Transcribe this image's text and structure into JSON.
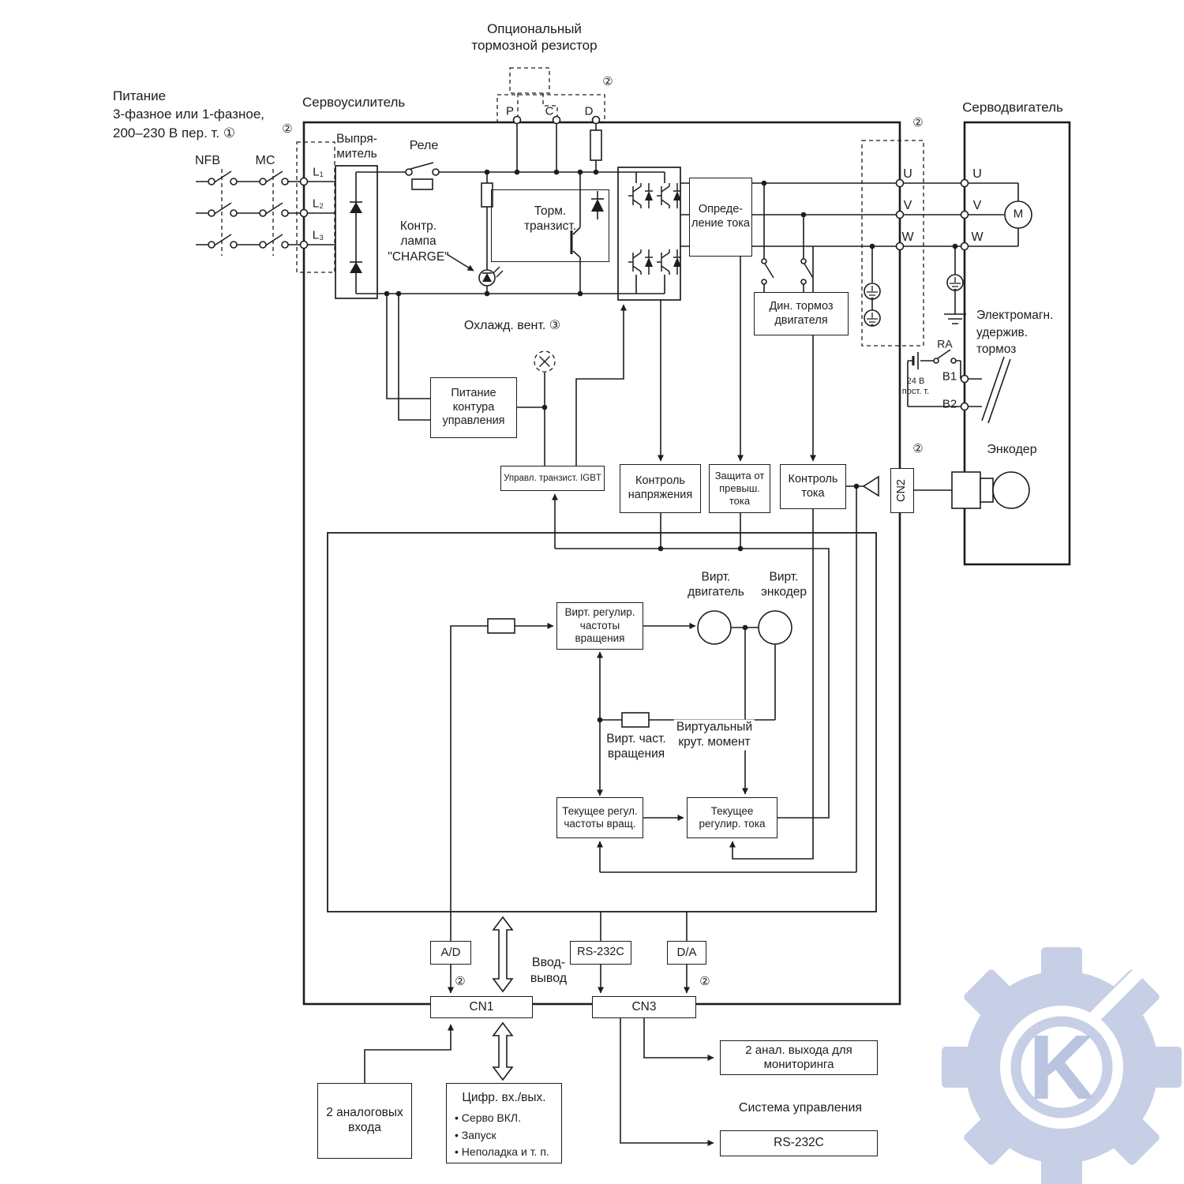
{
  "diagram": {
    "watermark": {
      "letter": "K"
    },
    "marks": {
      "two": "②"
    },
    "colors": {
      "line": "#1d1d1b",
      "watermark": "#b9c4e0"
    },
    "top": {
      "optional_resistor": "Опциональный\nтормозной резистор"
    },
    "power_input": {
      "block": "Питание\n3-фазное или 1-фазное,\n200–230 В пер. т. ①",
      "nfb": "NFB",
      "mc": "MC",
      "l1": "L₁",
      "l2": "L₂",
      "l3": "L₃"
    },
    "amplifier": {
      "title": "Сервоусилитель",
      "rectifier": "Выпря-\nмитель",
      "relay": "Реле",
      "charge_lamp": "Контр.\nлампа\n\"CHARGE\"",
      "brake_transistor": "Торм.\nтранзист.",
      "p": "P",
      "c": "C",
      "d": "D",
      "current_detection": "Опреде-\nление тока",
      "u": "U",
      "v": "V",
      "w": "W",
      "dynamic_brake": "Дин. тормоз\nдвигателя",
      "cooling_fan": "Охлажд. вент. ③",
      "control_power": "Питание\nконтура\nуправления",
      "igbt_control": "Управл. транзист. IGBT",
      "voltage_monitor": "Контроль\nнапряжения",
      "overcurrent_protection": "Защита от\nпревыш.\nтока",
      "current_monitor": "Контроль\nтока",
      "cn2": "CN2"
    },
    "motor": {
      "title": "Серводвигатель",
      "u": "U",
      "v": "V",
      "w": "W",
      "motor_letter": "M",
      "em_brake": "Электромагн.\nудержив.\nтормоз",
      "ra": "RA",
      "v24": "24 В\nпост. т.",
      "b1": "B1",
      "b2": "B2",
      "encoder": "Энкодер"
    },
    "control": {
      "virt_motor": "Вирт.\nдвигатель",
      "virt_encoder": "Вирт.\nэнкодер",
      "virt_speed_reg": "Вирт. регулир.\nчастоты\nвращения",
      "virt_speed": "Вирт. част.\nвращения",
      "virt_torque": "Виртуальный\nкрут. момент",
      "cur_speed_reg": "Текущее регул.\nчастоты вращ.",
      "cur_current_reg": "Текущее\nрегулир. тока"
    },
    "io": {
      "ad": "A/D",
      "rs232_top": "RS-232C",
      "da": "D/A",
      "io_label": "Ввод-\nвывод",
      "cn1": "CN1",
      "cn3": "CN3",
      "analog_in": "2 аналоговых\nвхода",
      "digital_io_title": "Цифр. вх./вых.",
      "digital_io_items": [
        "Серво ВКЛ.",
        "Запуск",
        "Неполадка и т. п."
      ],
      "analog_out": "2 анал. выхода для\nмониторинга",
      "control_system": "Система управления",
      "rs232_bottom": "RS-232C"
    }
  }
}
